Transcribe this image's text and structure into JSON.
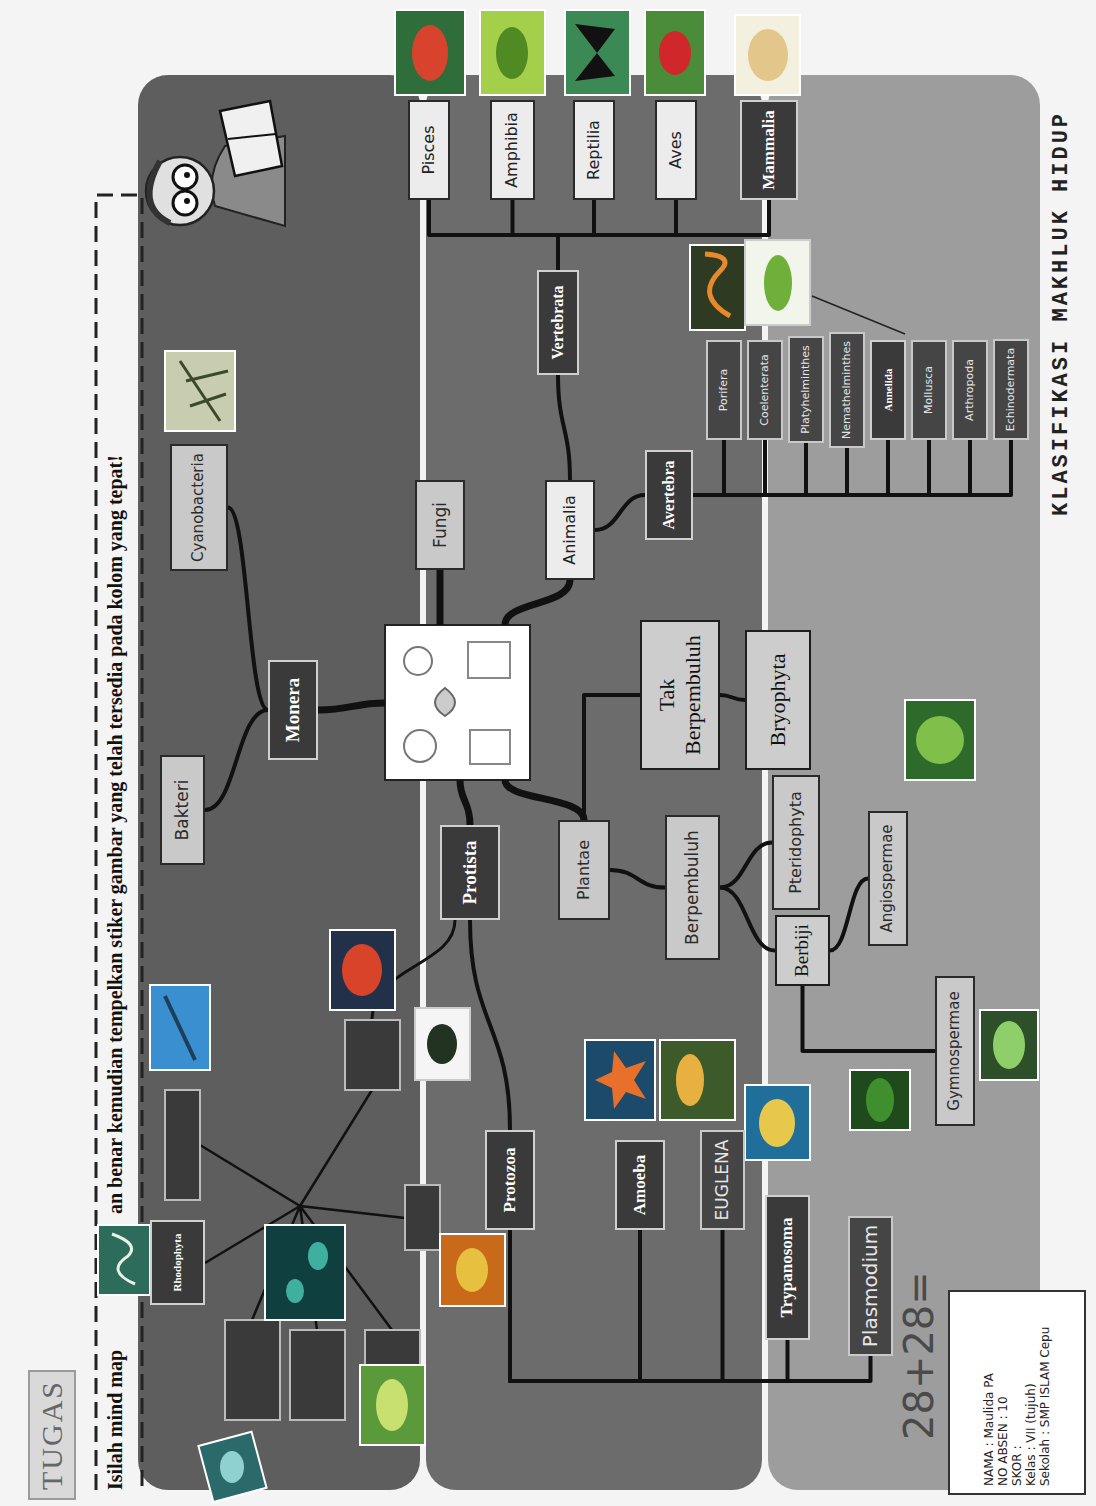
{
  "diagram": {
    "title": "KLASIFIKASI MAKHLUK HIDUP",
    "nodes": [
      {
        "text": [
          "TUGAS"
        ]
      },
      {
        "text": [
          "Rhodophyta"
        ]
      },
      {
        "text": [
          "Bakteri"
        ]
      },
      {
        "text": [
          "Monera"
        ]
      },
      {
        "text": [
          "Cyanobacteria"
        ]
      },
      {
        "text": [
          "Protista"
        ]
      },
      {
        "text": [
          "Fungi"
        ]
      },
      {
        "text": [
          "Protozoa"
        ]
      },
      {
        "text": [
          "Animalia"
        ]
      },
      {
        "text": [
          "Plantae"
        ]
      },
      {
        "text": [
          "Vertebrata"
        ]
      },
      {
        "text": [
          "Pisces"
        ]
      },
      {
        "text": [
          "Amphibia"
        ]
      },
      {
        "text": [
          "Reptilia"
        ]
      },
      {
        "text": [
          "Aves"
        ]
      },
      {
        "text": [
          "Mammalia"
        ]
      },
      {
        "text": [
          "Avertebra"
        ]
      },
      {
        "text": [
          "Porifera"
        ]
      },
      {
        "text": [
          "Coelenterata"
        ]
      },
      {
        "text": [
          "Platyhelminthes"
        ]
      },
      {
        "text": [
          "Nemathelminthes"
        ]
      },
      {
        "text": [
          "Annelida"
        ]
      },
      {
        "text": [
          "Mollusca"
        ]
      },
      {
        "text": [
          "Arthropoda"
        ]
      },
      {
        "text": [
          "Echinodermata"
        ]
      },
      {
        "text": [
          "Amoeba"
        ]
      },
      {
        "text": [
          "Berpembuluh"
        ]
      },
      {
        "text": [
          "Tak Berpembuluh"
        ]
      },
      {
        "text": [
          "EUGLENA"
        ]
      },
      {
        "text": [
          "Trypanosoma"
        ]
      },
      {
        "text": [
          "Pteridophyta"
        ]
      },
      {
        "text": [
          "Bryophyta"
        ]
      },
      {
        "text": [
          "Berbiji"
        ]
      },
      {
        "text": [
          "Plasmodium"
        ]
      },
      {
        "text": [
          "Angiospermae"
        ]
      },
      {
        "text": [
          "Gymnospermae"
        ]
      },
      {
        "text": [
          "NAMA : Maulida PA",
          "NO ABSEN : 10",
          "SKOR :",
          "Kelas : VII (tujuh)",
          "Sekolah : SMP ISLAM Cepu"
        ]
      }
    ],
    "edges": [
      {
        "from": 3,
        "to": 2,
        "arrow": "none"
      },
      {
        "from": 3,
        "to": 4,
        "arrow": "none"
      },
      {
        "from": 5,
        "to": 7,
        "arrow": "none"
      },
      {
        "from": 7,
        "to": 25,
        "arrow": "none"
      },
      {
        "from": 7,
        "to": 28,
        "arrow": "none"
      },
      {
        "from": 7,
        "to": 29,
        "arrow": "none"
      },
      {
        "from": 7,
        "to": 33,
        "arrow": "none"
      },
      {
        "from": 8,
        "to": 10,
        "arrow": "none"
      },
      {
        "from": 8,
        "to": 16,
        "arrow": "none"
      },
      {
        "from": 10,
        "to": 11,
        "arrow": "none"
      },
      {
        "from": 10,
        "to": 12,
        "arrow": "none"
      },
      {
        "from": 10,
        "to": 13,
        "arrow": "none"
      },
      {
        "from": 10,
        "to": 14,
        "arrow": "none"
      },
      {
        "from": 10,
        "to": 15,
        "arrow": "none"
      },
      {
        "from": 16,
        "to": 17,
        "arrow": "none"
      },
      {
        "from": 16,
        "to": 18,
        "arrow": "none"
      },
      {
        "from": 16,
        "to": 19,
        "arrow": "none"
      },
      {
        "from": 16,
        "to": 20,
        "arrow": "none"
      },
      {
        "from": 16,
        "to": 21,
        "arrow": "none"
      },
      {
        "from": 16,
        "to": 22,
        "arrow": "none"
      },
      {
        "from": 16,
        "to": 23,
        "arrow": "none"
      },
      {
        "from": 16,
        "to": 24,
        "arrow": "none"
      },
      {
        "from": 9,
        "to": 26,
        "arrow": "none"
      },
      {
        "from": 9,
        "to": 27,
        "arrow": "none"
      },
      {
        "from": 27,
        "to": 31,
        "arrow": "none"
      },
      {
        "from": 26,
        "to": 30,
        "arrow": "none"
      },
      {
        "from": 26,
        "to": 32,
        "arrow": "none"
      },
      {
        "from": 32,
        "to": 34,
        "arrow": "none"
      },
      {
        "from": 32,
        "to": 35,
        "arrow": "none"
      }
    ],
    "labels": [
      "Isilah mind map",
      "an benar kemudian tempelkan stiker gambar yang telah tersedia pada kolom yang tepat!",
      "28+28="
    ]
  }
}
